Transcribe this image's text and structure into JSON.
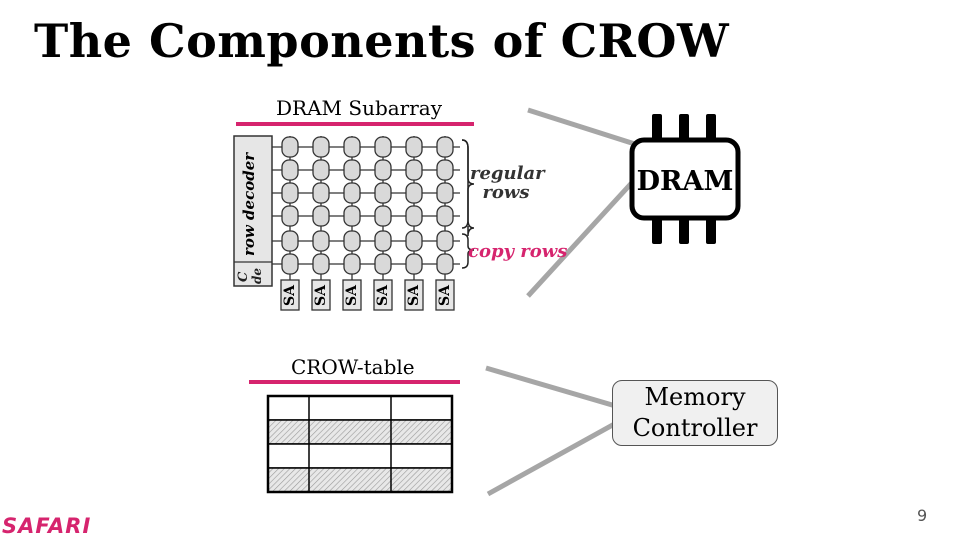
{
  "slide": {
    "title": "The Components of CROW",
    "page_number": "9",
    "logo_text": "SAFARI"
  },
  "subarray": {
    "label": "DRAM Subarray",
    "row_decoder_label": "row decoder",
    "cutoff_label_top": "C",
    "cutoff_label_bottom": "de",
    "regular_rows_label": "regular\nrows",
    "copy_rows_label": "copy rows",
    "sense_amps": [
      "SA",
      "SA",
      "SA",
      "SA",
      "SA",
      "SA"
    ]
  },
  "dram_chip": {
    "label": "DRAM"
  },
  "crow_table": {
    "label": "CROW-table"
  },
  "memory_controller": {
    "label": "Memory\nController"
  },
  "colors": {
    "accent_pink": "#d6246e",
    "cell_fill": "#d9d9d9",
    "copy_row_text": "#d6246e"
  }
}
